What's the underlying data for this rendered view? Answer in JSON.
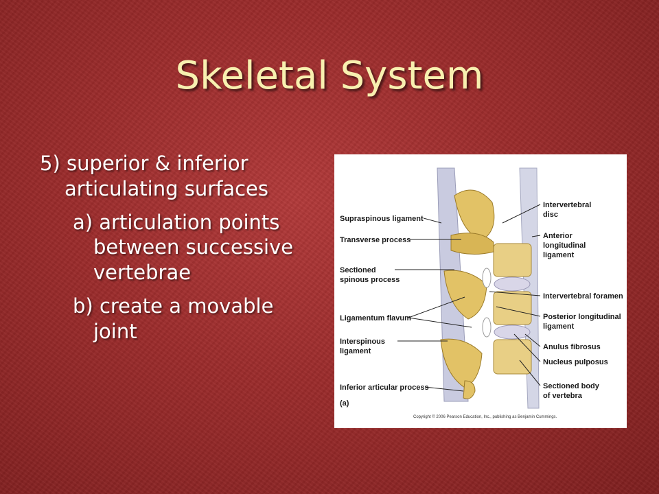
{
  "slide": {
    "title": "Skeletal System",
    "item1": "5) superior & inferior articulating surfaces",
    "item1a": "a) articulation points between successive vertebrae",
    "item1b": "b) create a movable joint"
  },
  "figure": {
    "labels_left": {
      "supraspinous": "Supraspinous ligament",
      "transverse": "Transverse process",
      "sectioned_spinous_1": "Sectioned",
      "sectioned_spinous_2": "spinous process",
      "flavum": "Ligamentum flavum",
      "interspinous_1": "Interspinous",
      "interspinous_2": "ligament",
      "inferior_articular": "Inferior articular process",
      "part": "(a)"
    },
    "labels_right": {
      "intervertebral_disc_1": "Intervertebral",
      "intervertebral_disc_2": "disc",
      "anterior_1": "Anterior",
      "anterior_2": "longitudinal",
      "anterior_3": "ligament",
      "foramen": "Intervertebral foramen",
      "posterior_1": "Posterior longitudinal",
      "posterior_2": "ligament",
      "anulus": "Anulus fibrosus",
      "nucleus": "Nucleus pulposus",
      "body_1": "Sectioned body",
      "body_2": "of vertebra"
    },
    "copyright": "Copyright © 2006 Pearson Education, Inc., publishing as Benjamin Cummings."
  }
}
